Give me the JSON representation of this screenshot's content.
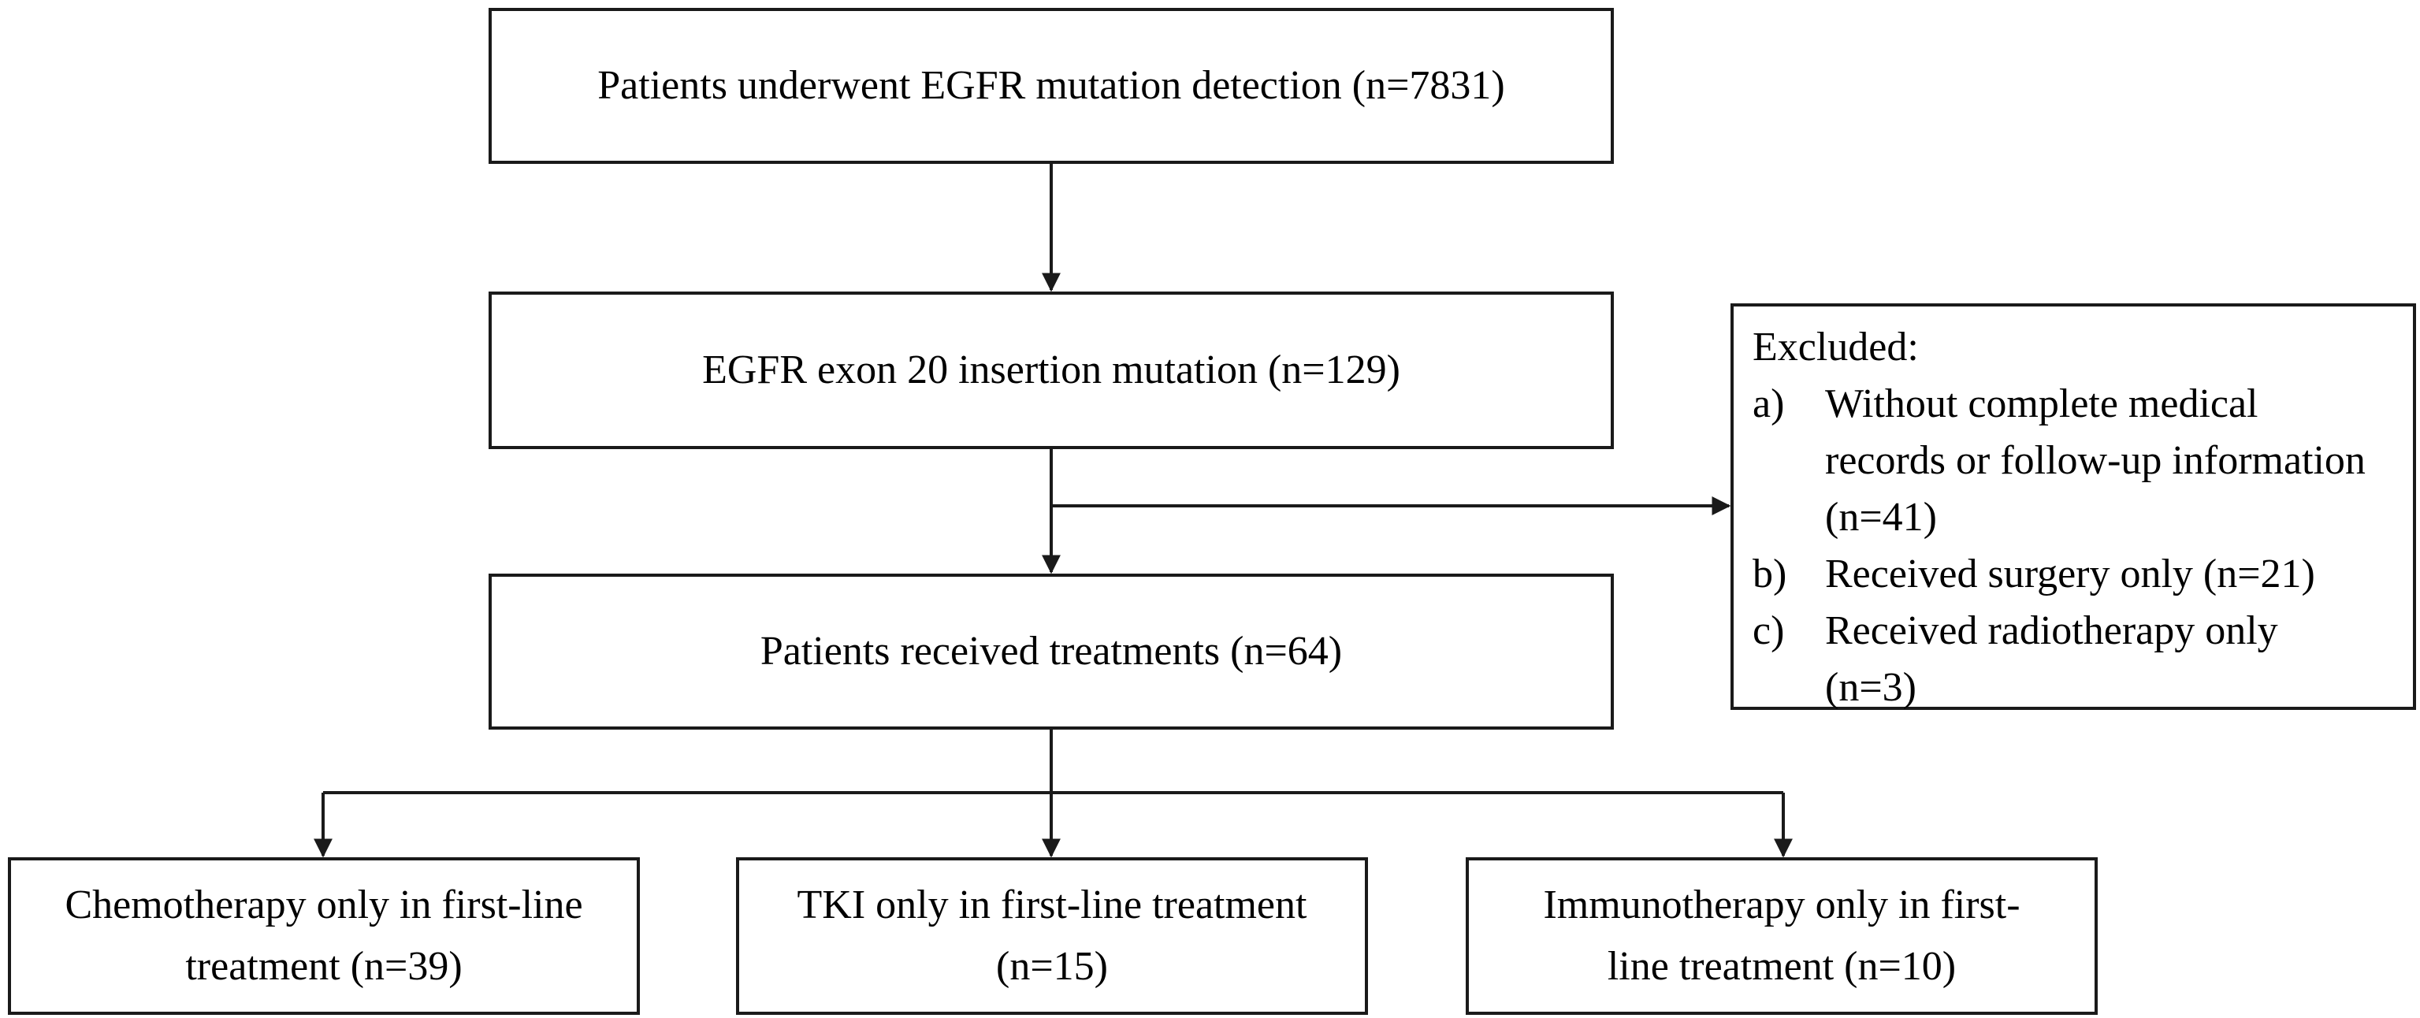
{
  "flowchart": {
    "detection": "Patients underwent EGFR mutation detection (n=7831)",
    "exon20": "EGFR exon 20 insertion mutation (n=129)",
    "treatments": "Patients received treatments (n=64)",
    "excluded": {
      "title": "Excluded:",
      "items": [
        {
          "marker": "a)",
          "text": "Without complete medical records or follow-up information (n=41)"
        },
        {
          "marker": "b)",
          "text": "Received surgery only (n=21)"
        },
        {
          "marker": "c)",
          "text": "Received radiotherapy only (n=3)"
        }
      ]
    },
    "arms": [
      {
        "line1": "Chemotherapy only in first-line",
        "line2": "treatment (n=39)"
      },
      {
        "line1": "TKI only in first-line treatment",
        "line2": "(n=15)"
      },
      {
        "line1": "Immunotherapy only in first-",
        "line2": "line treatment (n=10)"
      }
    ]
  },
  "colors": {
    "line": "#1a1a1a",
    "background": "#ffffff"
  }
}
